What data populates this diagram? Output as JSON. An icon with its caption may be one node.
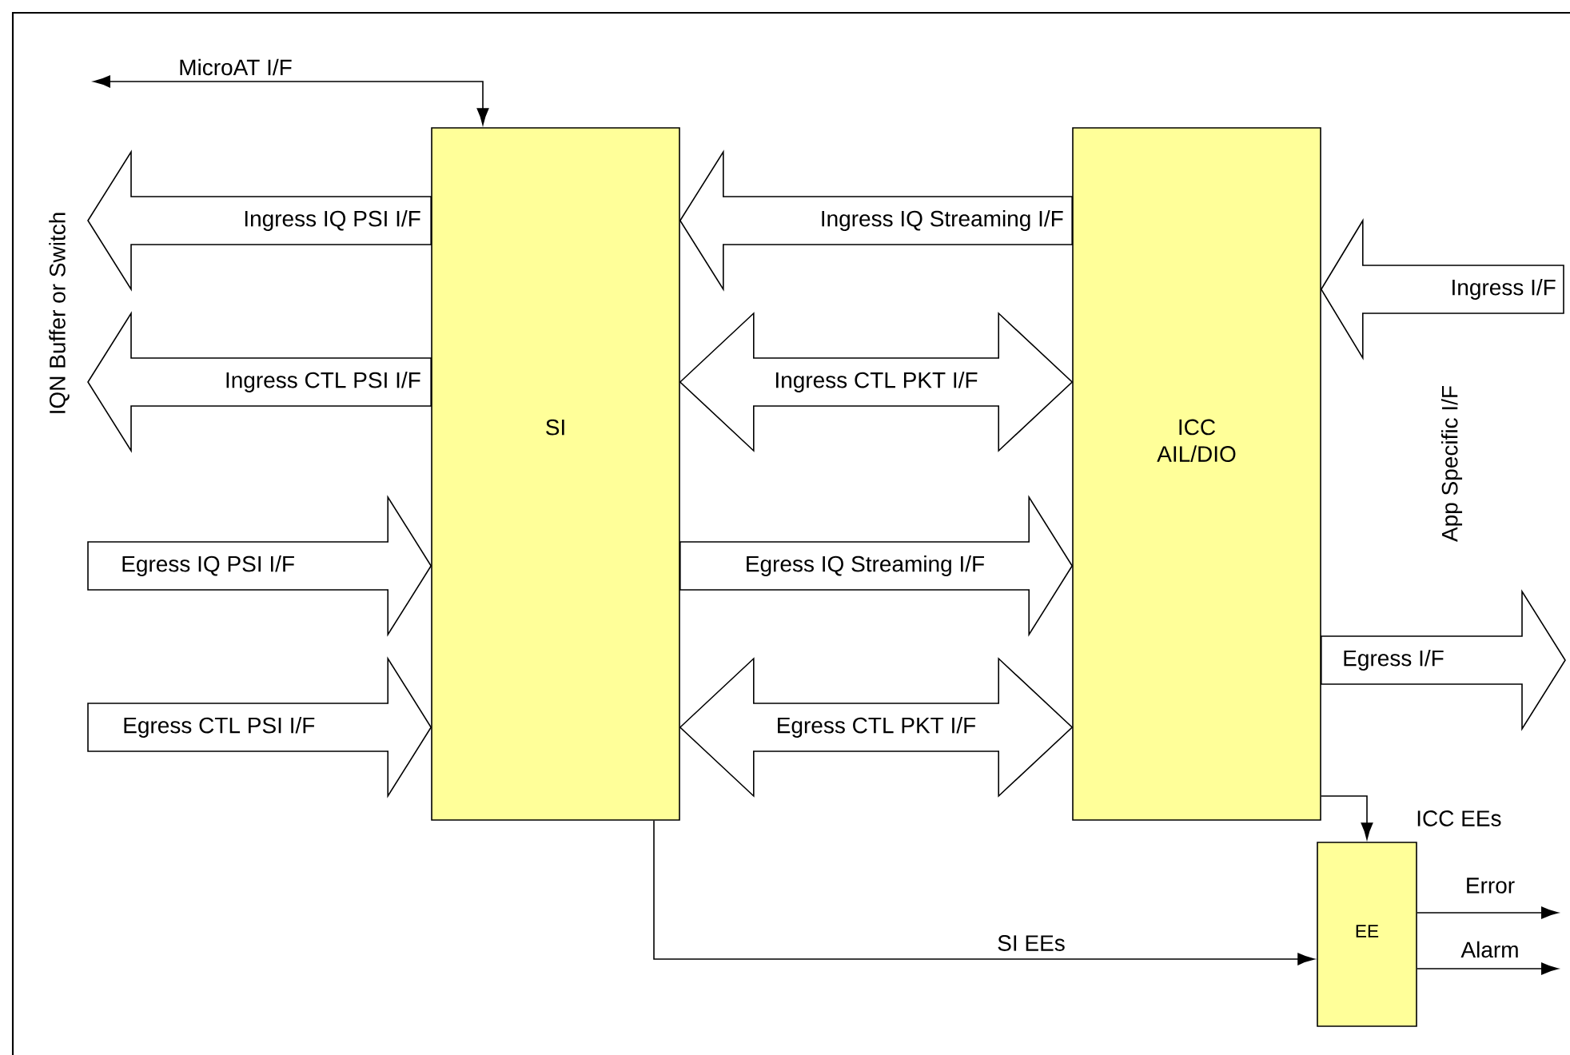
{
  "diagram": {
    "nodes": [
      {
        "text": [
          "SI"
        ]
      },
      {
        "text": [
          "ICC AIL/DIO"
        ]
      },
      {
        "text": [
          "EE"
        ]
      }
    ],
    "edges": [
      {
        "from": null,
        "to": 0,
        "arrow": "both",
        "label": "MicroAT I/F"
      },
      {
        "from": 0,
        "to": null,
        "arrow": "to",
        "label": "Ingress IQ PSI I/F"
      },
      {
        "from": 0,
        "to": null,
        "arrow": "to",
        "label": "Ingress CTL PSI I/F"
      },
      {
        "from": null,
        "to": 0,
        "arrow": "to",
        "label": "Egress IQ PSI I/F"
      },
      {
        "from": null,
        "to": 0,
        "arrow": "to",
        "label": "Egress CTL PSI I/F"
      },
      {
        "from": 1,
        "to": 0,
        "arrow": "to",
        "label": "Ingress IQ Streaming I/F"
      },
      {
        "from": 0,
        "to": 1,
        "arrow": "both",
        "label": "Ingress CTL PKT I/F"
      },
      {
        "from": 0,
        "to": 1,
        "arrow": "to",
        "label": "Egress IQ Streaming I/F"
      },
      {
        "from": 0,
        "to": 1,
        "arrow": "both",
        "label": "Egress CTL PKT I/F"
      },
      {
        "from": null,
        "to": 1,
        "arrow": "to",
        "label": "Ingress I/F"
      },
      {
        "from": 1,
        "to": null,
        "arrow": "to",
        "label": "Egress I/F"
      },
      {
        "from": 1,
        "to": 2,
        "arrow": "to",
        "label": "ICC EEs"
      },
      {
        "from": 0,
        "to": 2,
        "arrow": "to",
        "label": "SI EEs"
      },
      {
        "from": 2,
        "to": null,
        "arrow": "to",
        "label": "Error"
      },
      {
        "from": 2,
        "to": null,
        "arrow": "to",
        "label": "Alarm"
      }
    ],
    "labels": [
      "IQN Buffer or Switch",
      "App Specific I/F"
    ]
  }
}
